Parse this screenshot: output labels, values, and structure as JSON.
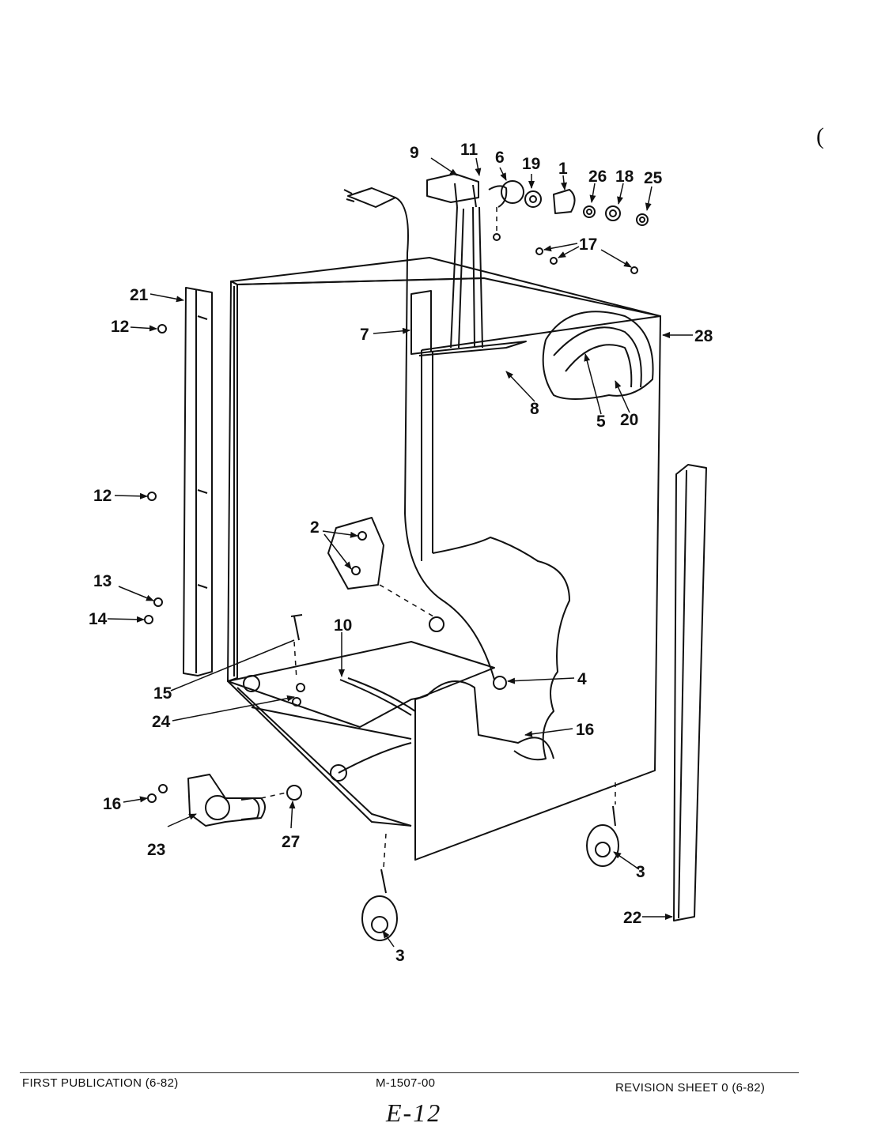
{
  "corner_mark": "(",
  "parts": [
    {
      "id": "9",
      "label": "9"
    },
    {
      "id": "11",
      "label": "11"
    },
    {
      "id": "6",
      "label": "6"
    },
    {
      "id": "19",
      "label": "19"
    },
    {
      "id": "1",
      "label": "1"
    },
    {
      "id": "26",
      "label": "26"
    },
    {
      "id": "18",
      "label": "18"
    },
    {
      "id": "25",
      "label": "25"
    },
    {
      "id": "17",
      "label": "17"
    },
    {
      "id": "21",
      "label": "21"
    },
    {
      "id": "12a",
      "label": "12"
    },
    {
      "id": "7",
      "label": "7"
    },
    {
      "id": "28",
      "label": "28"
    },
    {
      "id": "8",
      "label": "8"
    },
    {
      "id": "5",
      "label": "5"
    },
    {
      "id": "20",
      "label": "20"
    },
    {
      "id": "12b",
      "label": "12"
    },
    {
      "id": "2",
      "label": "2"
    },
    {
      "id": "13",
      "label": "13"
    },
    {
      "id": "14",
      "label": "14"
    },
    {
      "id": "10",
      "label": "10"
    },
    {
      "id": "4",
      "label": "4"
    },
    {
      "id": "15",
      "label": "15"
    },
    {
      "id": "24",
      "label": "24"
    },
    {
      "id": "16a",
      "label": "16"
    },
    {
      "id": "16b",
      "label": "16"
    },
    {
      "id": "27",
      "label": "27"
    },
    {
      "id": "23",
      "label": "23"
    },
    {
      "id": "3a",
      "label": "3"
    },
    {
      "id": "3b",
      "label": "3"
    },
    {
      "id": "22",
      "label": "22"
    }
  ],
  "footer": {
    "left": "FIRST PUBLICATION (6-82)",
    "center": "M-1507-00",
    "right": "REVISION SHEET 0 (6-82)",
    "handwritten": "E-12"
  }
}
